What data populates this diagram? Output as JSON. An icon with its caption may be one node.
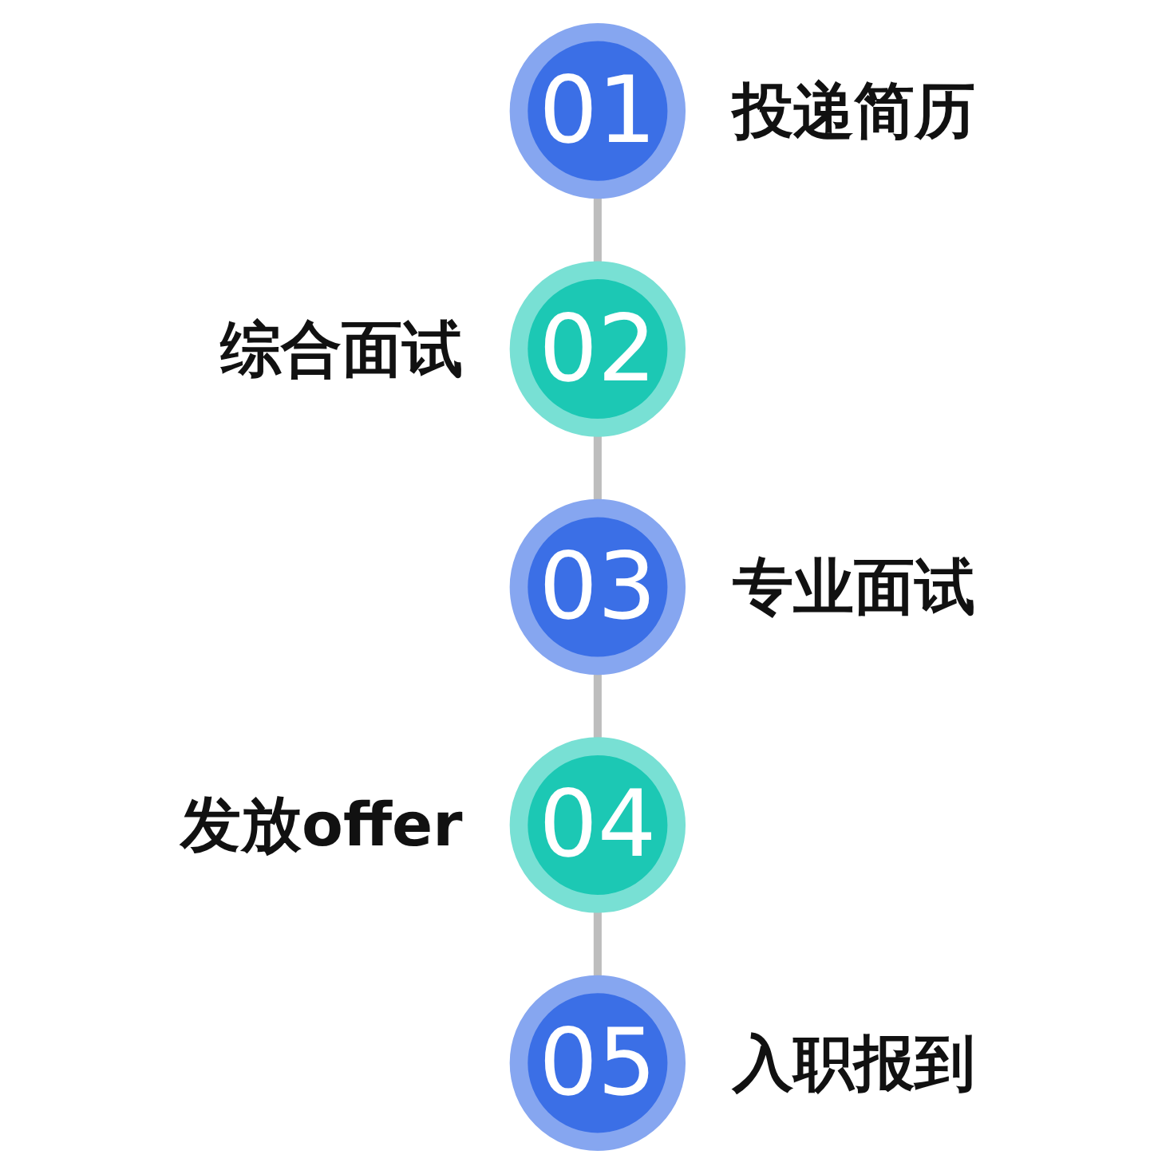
{
  "diagram": {
    "nodes": [
      {
        "text": [
          "01"
        ],
        "beside": [
          "投递简历"
        ]
      },
      {
        "text": [
          "02"
        ],
        "beside": [
          "综合面试"
        ]
      },
      {
        "text": [
          "03"
        ],
        "beside": [
          "专业面试"
        ]
      },
      {
        "text": [
          "04"
        ],
        "beside": [
          "发放offer"
        ]
      },
      {
        "text": [
          "05"
        ],
        "beside": [
          "入职报到"
        ]
      }
    ],
    "edges": [
      {
        "from": 0,
        "to": 1,
        "arrow": "none"
      },
      {
        "from": 1,
        "to": 2,
        "arrow": "none"
      },
      {
        "from": 2,
        "to": 3,
        "arrow": "none"
      },
      {
        "from": 3,
        "to": 4,
        "arrow": "none"
      }
    ]
  }
}
